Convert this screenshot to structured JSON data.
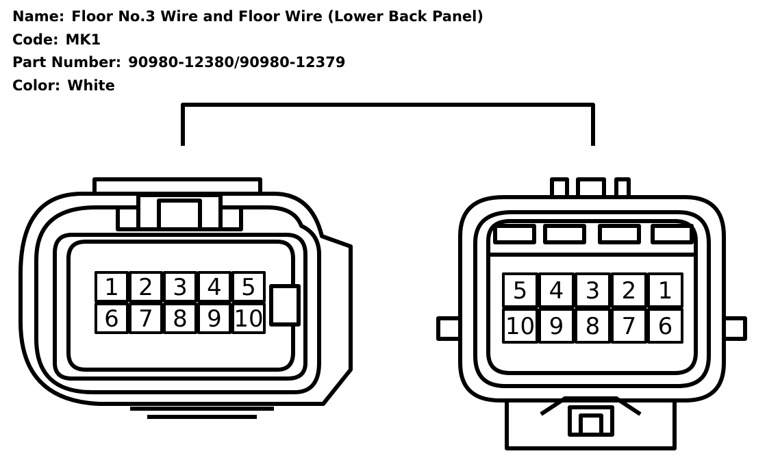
{
  "connector": {
    "name_label": "Name:",
    "name_value": "Floor No.3 Wire and Floor Wire (Lower Back Panel)",
    "code_label": "Code:",
    "code_value": "MK1",
    "part_label": "Part Number:",
    "part_value": "90980-12380/90980-12379",
    "color_label": "Color:",
    "color_value": "White"
  },
  "left_connector": {
    "pins_top": [
      "1",
      "2",
      "3",
      "4",
      "5"
    ],
    "pins_bottom": [
      "6",
      "7",
      "8",
      "9",
      "10"
    ]
  },
  "right_connector": {
    "pins_top": [
      "5",
      "4",
      "3",
      "2",
      "1"
    ],
    "pins_bottom": [
      "10",
      "9",
      "8",
      "7",
      "6"
    ]
  },
  "colors": {
    "line": "#000000",
    "background": "#ffffff"
  }
}
